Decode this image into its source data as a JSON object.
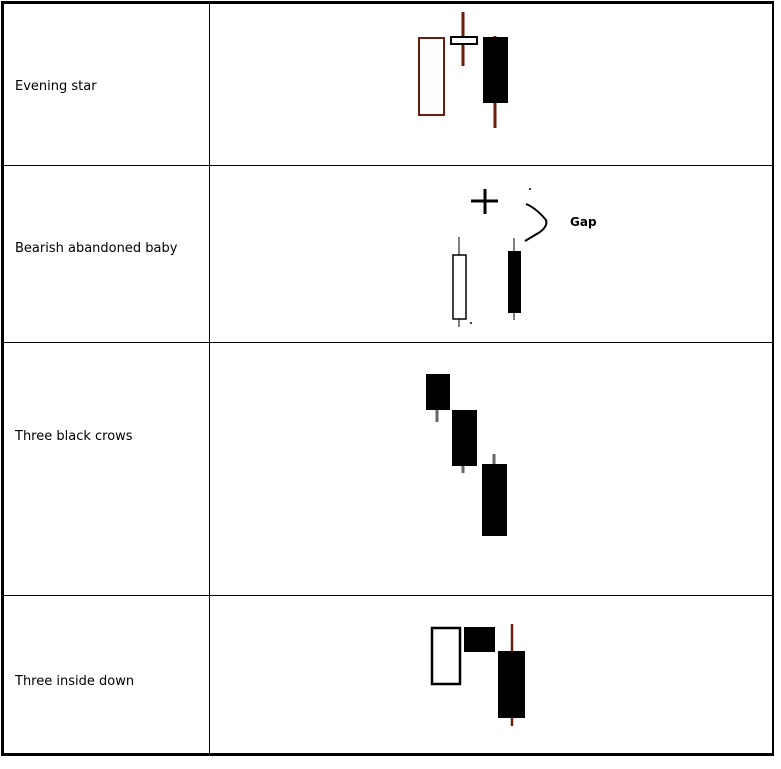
{
  "rows": [
    {
      "label": "Evening star"
    },
    {
      "label": "Bearish abandoned baby",
      "annotation": "Gap"
    },
    {
      "label": "Three black crows"
    },
    {
      "label": "Three inside down"
    }
  ],
  "colors": {
    "bullish_body": "#ffffff",
    "bearish_body": "#000000",
    "outline_brown": "#6b1e0e",
    "wick_gray": "#666666"
  }
}
